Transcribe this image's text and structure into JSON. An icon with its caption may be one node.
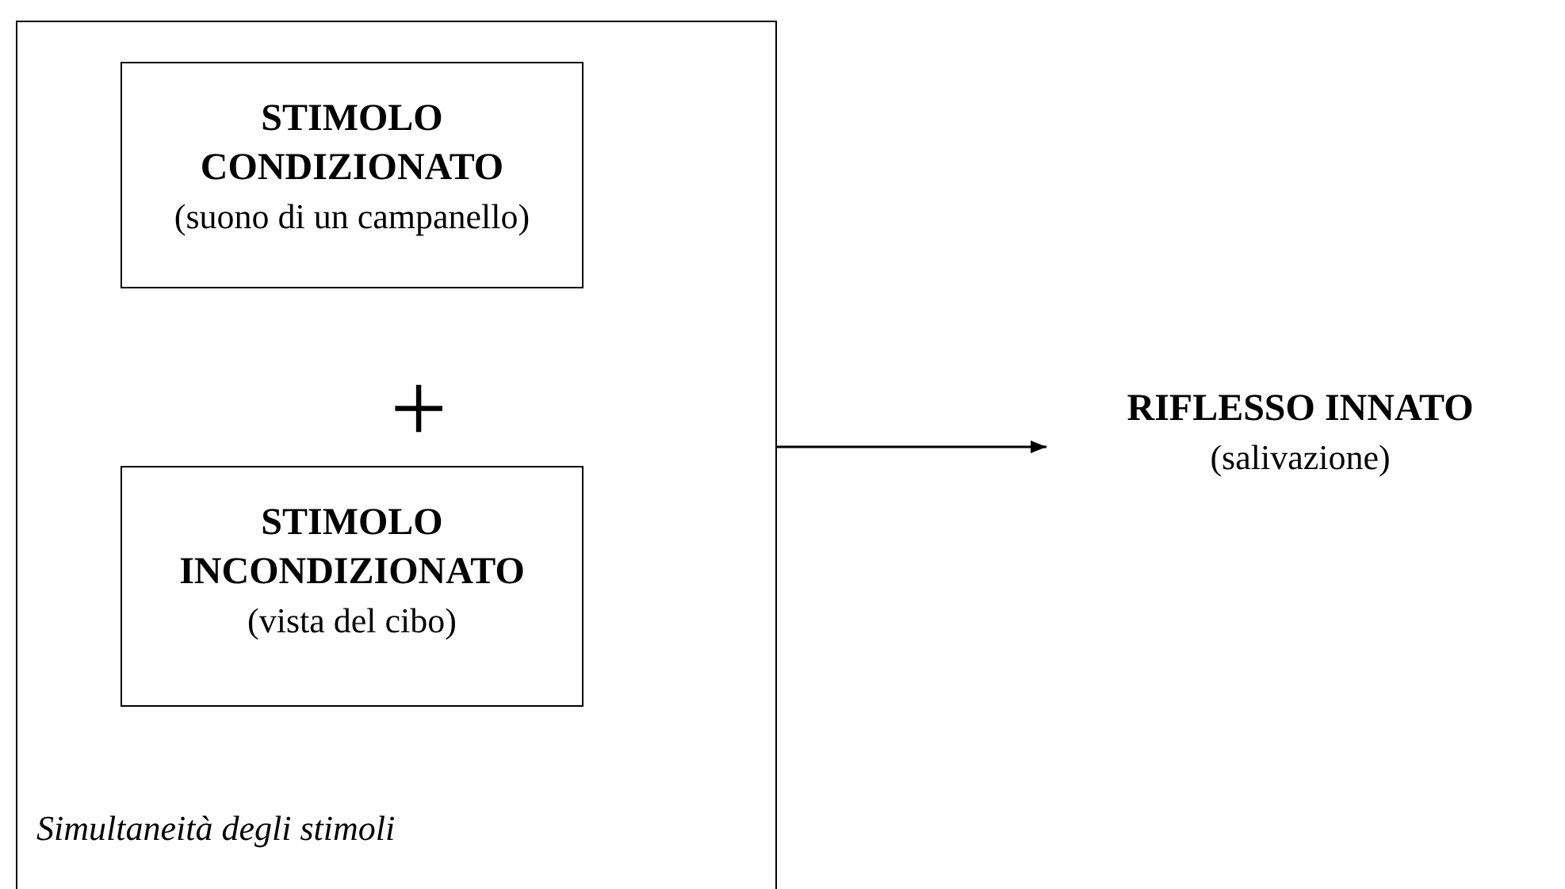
{
  "diagram": {
    "nodes": [
      {
        "text": [
          "Simultaneità degli stimoli"
        ]
      },
      {
        "text": [
          "STIMOLO CONDIZIONATO",
          "(suono di un campanello)"
        ],
        "in": 0
      },
      {
        "text": [
          "STIMOLO INCONDIZIONATO",
          "(vista del cibo)"
        ],
        "in": 0
      },
      {
        "text": [
          "RIFLESSO INNATO",
          "(salivazione)"
        ]
      }
    ],
    "edges": [
      {
        "from": 0,
        "to": 3,
        "arrow": "to"
      }
    ],
    "labels": [
      "+"
    ]
  }
}
